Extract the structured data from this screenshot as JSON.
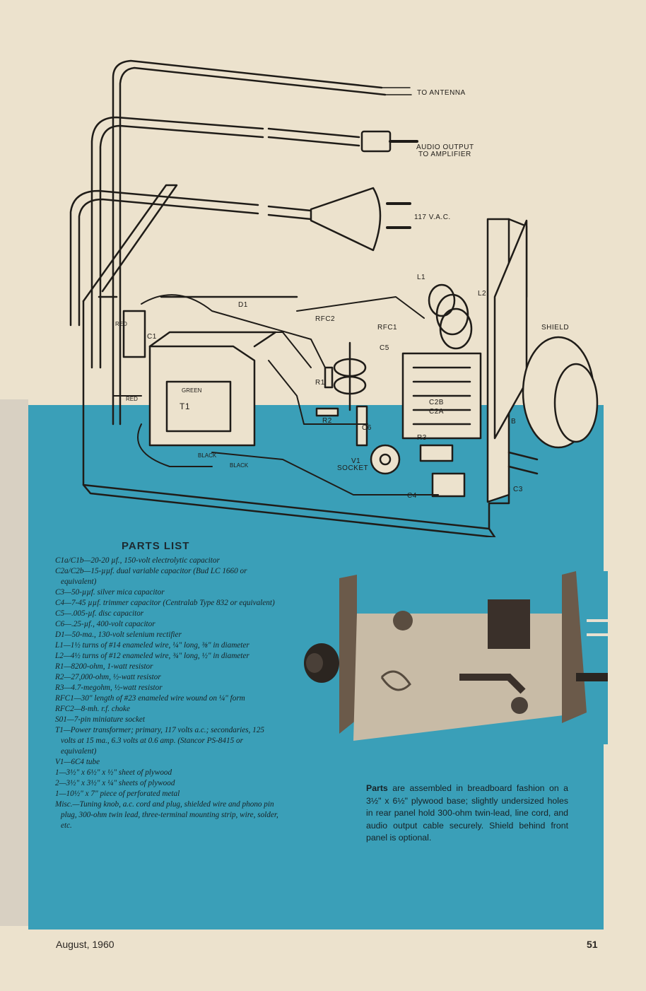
{
  "diagram": {
    "callouts": {
      "antenna": "TO ANTENNA",
      "audio_line1": "AUDIO OUTPUT",
      "audio_line2": "TO AMPLIFIER",
      "power": "117 V.A.C.",
      "shield": "SHIELD"
    },
    "components": {
      "l1": "L1",
      "l2": "L2",
      "d1": "D1",
      "rfc2": "RFC2",
      "rfc1": "RFC1",
      "c1": "C1",
      "c5": "C5",
      "r1": "R1",
      "r2": "R2",
      "r3": "R3",
      "c6": "C6",
      "c2b": "C2B",
      "c2a": "C2A",
      "t1": "T1",
      "v1": "V1",
      "socket": "SOCKET",
      "c4": "C4",
      "c3": "C3",
      "b": "B"
    },
    "wires": {
      "red1": "RED",
      "red2": "RED",
      "green": "GREEN",
      "black1": "BLACK",
      "black2": "BLACK"
    }
  },
  "parts_list": {
    "title": "PARTS LIST",
    "items": [
      "C1a/C1b—20-20 µf., 150-volt electrolytic capacitor",
      "C2a/C2b—15-µµf. dual variable capacitor (Bud LC 1660 or equivalent)",
      "C3—50-µµf. silver mica capacitor",
      "C4—7-45 µµf. trimmer capacitor (Centralab Type 832 or equivalent)",
      "C5—.005-µf. disc capacitor",
      "C6—.25-µf., 400-volt capacitor",
      "D1—50-ma., 130-volt selenium rectifier",
      "L1—1½ turns of #14 enameled wire, ¼\" long, ⅜\" in diameter",
      "L2—4½ turns of #12 enameled wire, ¾\" long, ½\" in diameter",
      "R1—8200-ohm, 1-watt resistor",
      "R2—27,000-ohm, ½-watt resistor",
      "R3—4.7-megohm, ½-watt resistor",
      "RFC1—30\" length of #23 enameled wire wound on ¼\" form",
      "RFC2—8-mh. r.f. choke",
      "S01—7-pin miniature socket",
      "T1—Power transformer; primary, 117 volts a.c.; secondaries, 125 volts at 15 ma., 6.3 volts at 0.6 amp. (Stancor PS-8415 or equivalent)",
      "V1—6C4 tube",
      "1—3½\" x 6½\" x ½\" sheet of plywood",
      "2—3½\" x 3½\" x ¼\" sheets of plywood",
      "1—10½\" x 7\" piece of perforated metal",
      "Misc.—Tuning knob, a.c. cord and plug, shielded wire and phono pin plug, 300-ohm twin lead, three-terminal mounting strip, wire, solder, etc."
    ]
  },
  "caption": {
    "lead": "Parts",
    "text": " are assembled in breadboard fashion on a 3½\" x 6½\" plywood base; slightly undersized holes in rear panel hold 300-ohm twin-lead, line cord, and audio output cable securely. Shield behind front panel is optional."
  },
  "footer": {
    "date": "August, 1960",
    "page_number": "51"
  },
  "colors": {
    "paper": "#ece2cd",
    "teal": "#3a9fb8",
    "ink": "#1f1c18"
  }
}
